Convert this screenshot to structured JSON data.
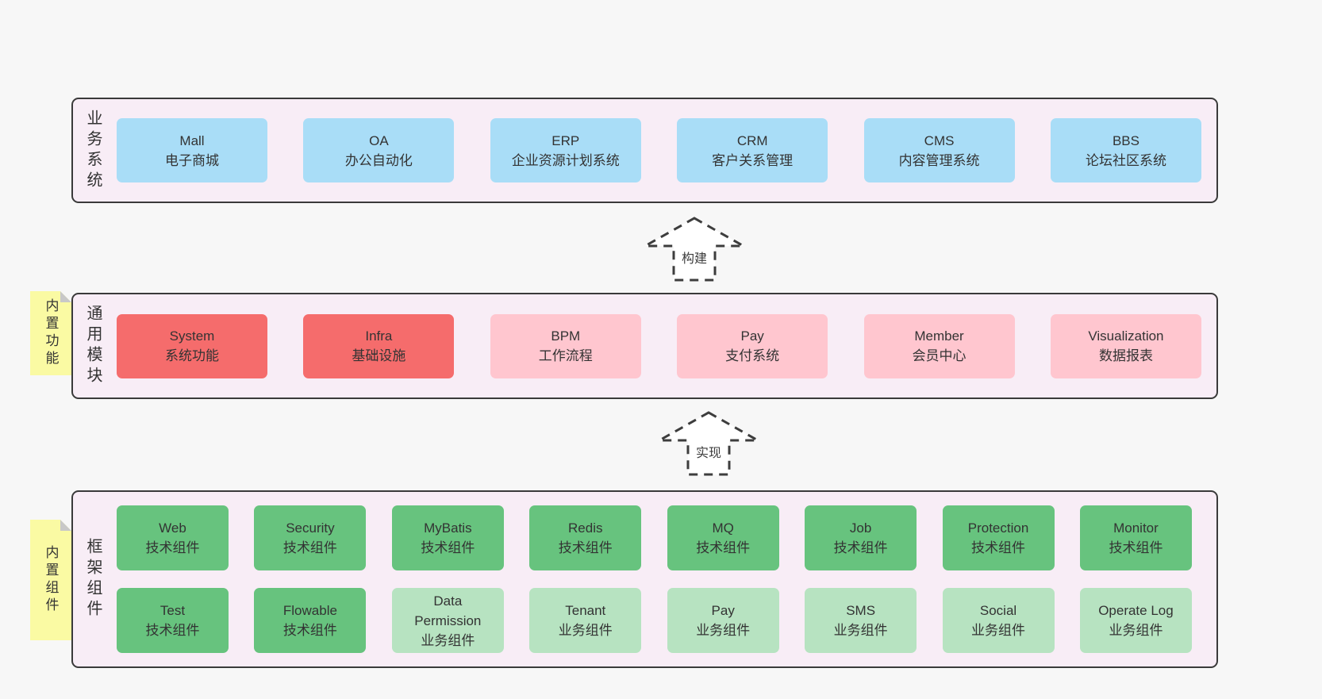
{
  "palette": {
    "page_bg": "#f7f7f7",
    "band_bg": "#f8edf6",
    "band_border": "#3a3a3a",
    "text": "#333333",
    "blue": "#a9ddf7",
    "red": "#f56c6c",
    "pink": "#ffc6cf",
    "green_dark": "#67c37e",
    "green_light": "#b7e3c1",
    "sticky_yellow": "#fafaa3",
    "sticky_fold": "#c8c8c8",
    "arrow": "#3d3d3d"
  },
  "bands": {
    "business": {
      "label": "业务系统",
      "boxes": [
        {
          "en": "Mall",
          "zh": "电子商城"
        },
        {
          "en": "OA",
          "zh": "办公自动化"
        },
        {
          "en": "ERP",
          "zh": "企业资源计划系统"
        },
        {
          "en": "CRM",
          "zh": "客户关系管理"
        },
        {
          "en": "CMS",
          "zh": "内容管理系统"
        },
        {
          "en": "BBS",
          "zh": "论坛社区系统"
        }
      ]
    },
    "modules": {
      "label": "通用模块",
      "sticky": "内置功能",
      "boxes": [
        {
          "en": "System",
          "zh": "系统功能"
        },
        {
          "en": "Infra",
          "zh": "基础设施"
        },
        {
          "en": "BPM",
          "zh": "工作流程"
        },
        {
          "en": "Pay",
          "zh": "支付系统"
        },
        {
          "en": "Member",
          "zh": "会员中心"
        },
        {
          "en": "Visualization",
          "zh": "数据报表"
        }
      ]
    },
    "components": {
      "label": "框架组件",
      "sticky": "内置组件",
      "row1": [
        {
          "en": "Web",
          "zh": "技术组件"
        },
        {
          "en": "Security",
          "zh": "技术组件"
        },
        {
          "en": "MyBatis",
          "zh": "技术组件"
        },
        {
          "en": "Redis",
          "zh": "技术组件"
        },
        {
          "en": "MQ",
          "zh": "技术组件"
        },
        {
          "en": "Job",
          "zh": "技术组件"
        },
        {
          "en": "Protection",
          "zh": "技术组件"
        },
        {
          "en": "Monitor",
          "zh": "技术组件"
        }
      ],
      "row2": [
        {
          "en": "Test",
          "zh": "技术组件"
        },
        {
          "en": "Flowable",
          "zh": "技术组件"
        },
        {
          "en": "Data Permission",
          "zh": "业务组件"
        },
        {
          "en": "Tenant",
          "zh": "业务组件"
        },
        {
          "en": "Pay",
          "zh": "业务组件"
        },
        {
          "en": "SMS",
          "zh": "业务组件"
        },
        {
          "en": "Social",
          "zh": "业务组件"
        },
        {
          "en": "Operate Log",
          "zh": "业务组件"
        }
      ]
    }
  },
  "arrows": {
    "build": "构建",
    "implement": "实现"
  }
}
